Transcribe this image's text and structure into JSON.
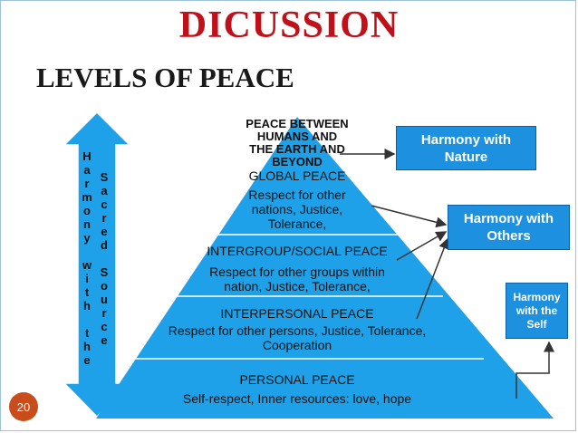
{
  "slide": {
    "title": "DICUSSION",
    "subtitle": "LEVELS OF PEACE",
    "page_number": "20"
  },
  "side_arrow": {
    "col1": [
      "H",
      "a",
      "r",
      "m",
      "o",
      "n",
      "y",
      "",
      "w",
      "i",
      "t",
      "h",
      "",
      "t",
      "h",
      "e"
    ],
    "col2": [
      "S",
      "a",
      "c",
      "r",
      "e",
      "d",
      "",
      "S",
      "o",
      "u",
      "r",
      "c",
      "e"
    ]
  },
  "pyramid": {
    "top_heading": [
      "PEACE BETWEEN",
      "HUMANS AND",
      "THE EARTH AND",
      "BEYOND"
    ],
    "global": {
      "heading": "GLOBAL PEACE",
      "desc": "Respect for other nations, Justice, Tolerance, Cooperation"
    },
    "intergroup": {
      "heading": "INTERGROUP/SOCIAL PEACE",
      "desc": "Respect for other groups within nation, Justice, Tolerance, Cooperation"
    },
    "interpersonal": {
      "heading": "INTERPERSONAL PEACE",
      "desc": "Respect for other persons, Justice, Tolerance, Cooperation"
    },
    "personal": {
      "heading": "PERSONAL PEACE",
      "desc": "Self-respect, Inner resources: love, hope"
    }
  },
  "harmony_boxes": {
    "nature": "Harmony with Nature",
    "others": "Harmony with Others",
    "self": "Harmony with the Self"
  },
  "colors": {
    "title": "#c0111b",
    "pyramid_fill": "#1ea1e8",
    "box_fill": "#1e90e0",
    "page_circle": "#c94d1c"
  }
}
